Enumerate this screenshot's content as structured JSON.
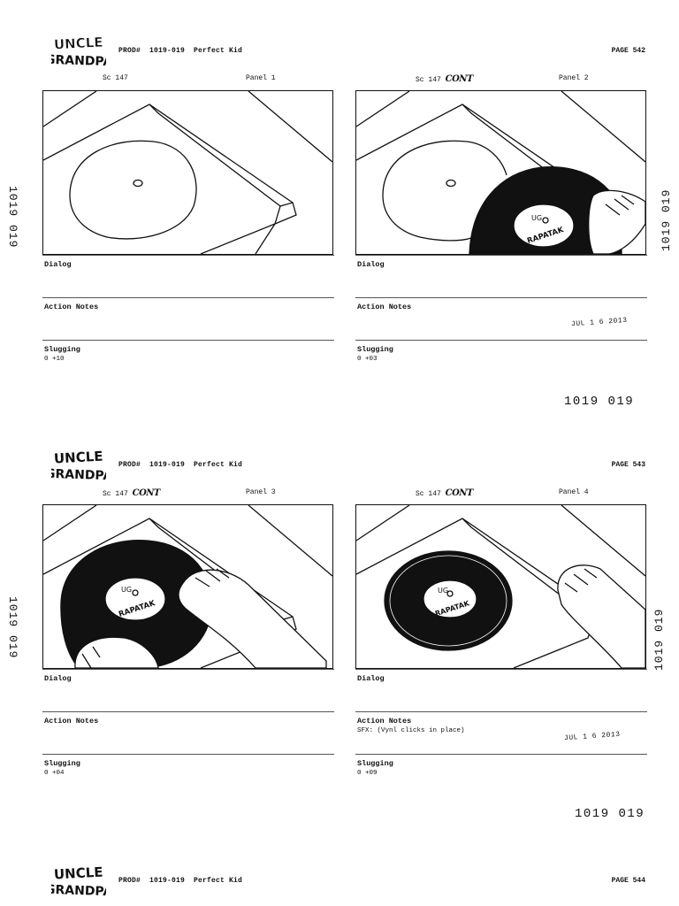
{
  "logo_text": "UNCLE GRANDPA",
  "pages": [
    {
      "prod": "PROD#  1019-019  Perfect Kid",
      "page": "PAGE 542",
      "side_left": "1019 019",
      "side_right": "1019 019",
      "stamp_date": "JUL 1 6 2013",
      "stamp_num": "1019 019",
      "panels": [
        {
          "sc": "Sc 147",
          "cont": "",
          "panel": "Panel 1",
          "dialog_label": "Dialog",
          "dialog": "",
          "action_label": "Action Notes",
          "action": "",
          "slug_label": "Slugging",
          "slug": "0 +10"
        },
        {
          "sc": "Sc 147",
          "cont": "CONT",
          "panel": "Panel 2",
          "dialog_label": "Dialog",
          "dialog": "",
          "action_label": "Action Notes",
          "action": "",
          "slug_label": "Slugging",
          "slug": "0 +03"
        }
      ]
    },
    {
      "prod": "PROD#  1019-019  Perfect Kid",
      "page": "PAGE 543",
      "side_left": "1019 019",
      "side_right": "1019 019",
      "stamp_date": "JUL 1 6 2013",
      "stamp_num": "1019 019",
      "panels": [
        {
          "sc": "Sc 147",
          "cont": "CONT",
          "panel": "Panel 3",
          "dialog_label": "Dialog",
          "dialog": "",
          "action_label": "Action Notes",
          "action": "",
          "slug_label": "Slugging",
          "slug": "0 +04"
        },
        {
          "sc": "Sc 147",
          "cont": "CONT",
          "panel": "Panel 4",
          "dialog_label": "Dialog",
          "dialog": "",
          "action_label": "Action Notes",
          "action": "SFX: (Vynl clicks in place)",
          "slug_label": "Slugging",
          "slug": "0 +09"
        }
      ]
    },
    {
      "prod": "PROD#  1019-019  Perfect Kid",
      "page": "PAGE 544"
    }
  ],
  "record_label": [
    "UG",
    "RAPATAK"
  ],
  "colors": {
    "ink": "#111111",
    "paper": "#ffffff",
    "rule": "#555555"
  }
}
